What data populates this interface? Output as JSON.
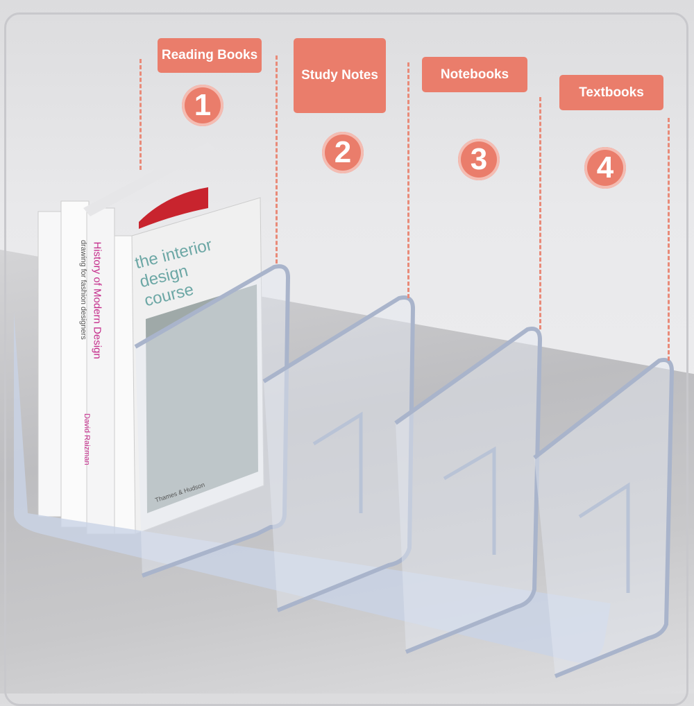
{
  "sections": [
    {
      "label": "Reading Books",
      "number": "1"
    },
    {
      "label": "Study Notes",
      "number": "2"
    },
    {
      "label": "Notebooks",
      "number": "3"
    },
    {
      "label": "Textbooks",
      "number": "4"
    }
  ],
  "books": {
    "title_main": "the interior design course",
    "publisher": "Thames & Hudson",
    "spine_1": "drawing for fashion designers",
    "spine_2": "History of Modern Design",
    "spine_2_author": "David Raizman"
  },
  "colors": {
    "accent": "#ea7d6b",
    "acrylic": "#c9d3e6"
  }
}
